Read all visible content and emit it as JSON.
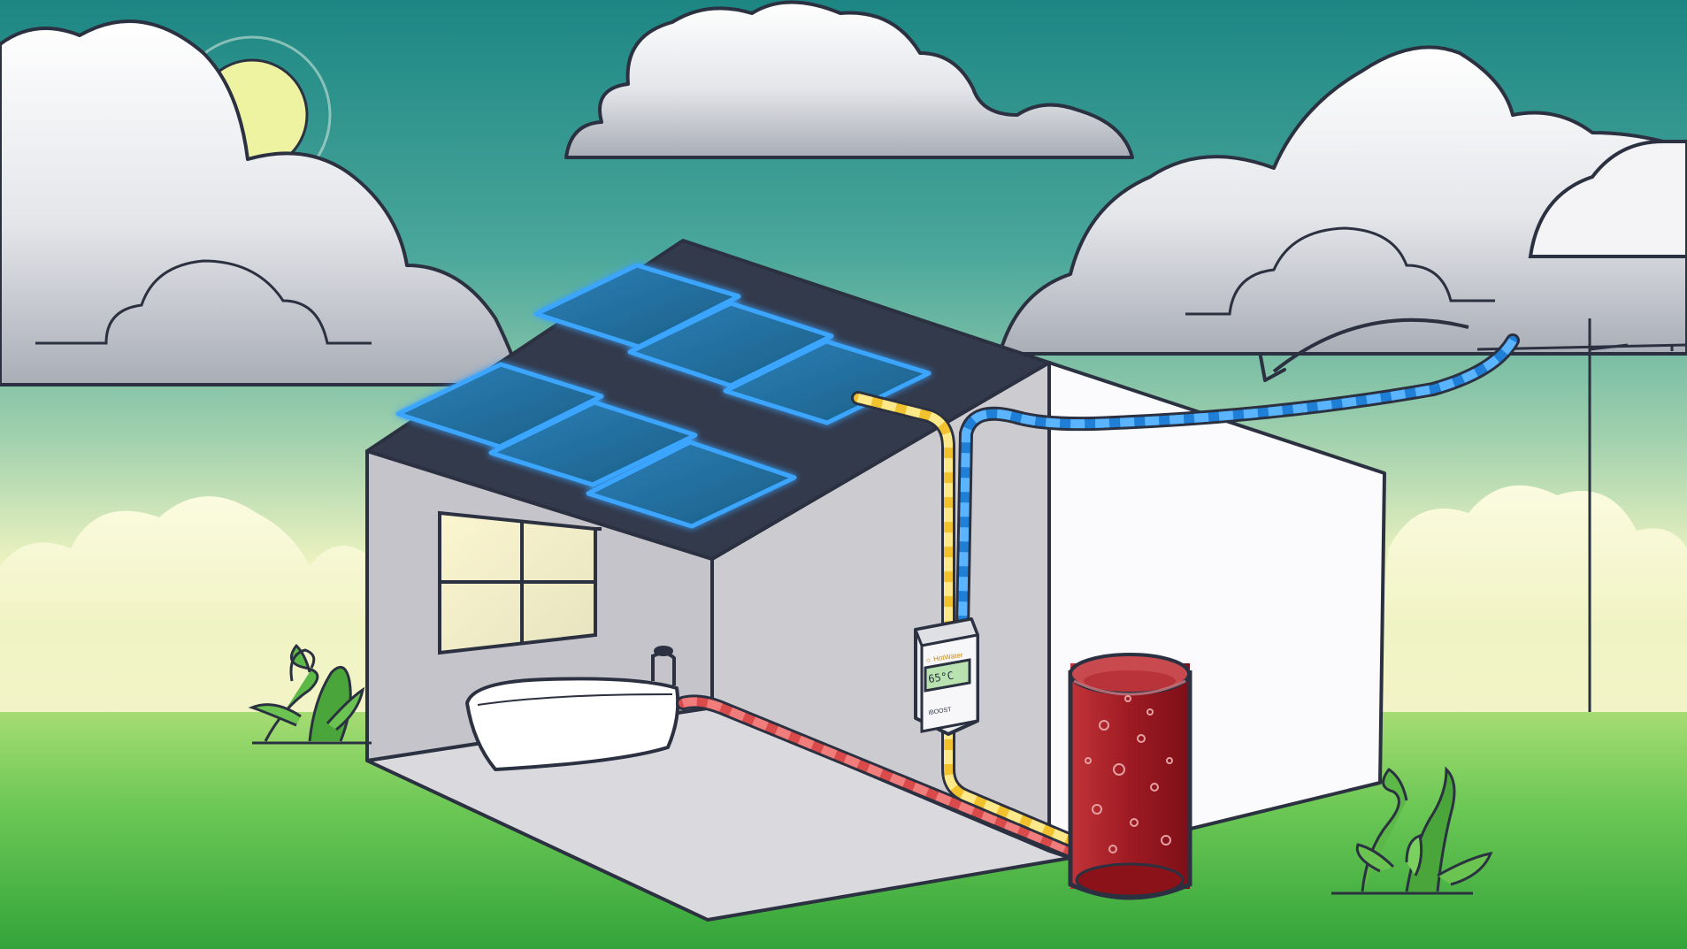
{
  "scene": {
    "colors": {
      "sky_top": "#1f8a86",
      "sky_mid": "#6fb9a6",
      "sky_bottom": "#e9f0b8",
      "grass_top": "#8fd16b",
      "grass_bottom": "#3fae3c",
      "panel": "#1f6aa8",
      "panel_glow": "#2f8ff0",
      "roof": "#333a4c",
      "hot_pipe": "#d94b4b",
      "solar_pipe": "#f2c22e",
      "grid_pipe": "#1f7fd6",
      "tank_water": "#a91d26"
    },
    "icons": [
      "sun-icon",
      "arrow-icon",
      "fern-icon",
      "bathtub-icon",
      "tap-icon"
    ]
  },
  "controller": {
    "brand": "☼ HotWater",
    "display": "65°C",
    "model": "iBOOST"
  }
}
